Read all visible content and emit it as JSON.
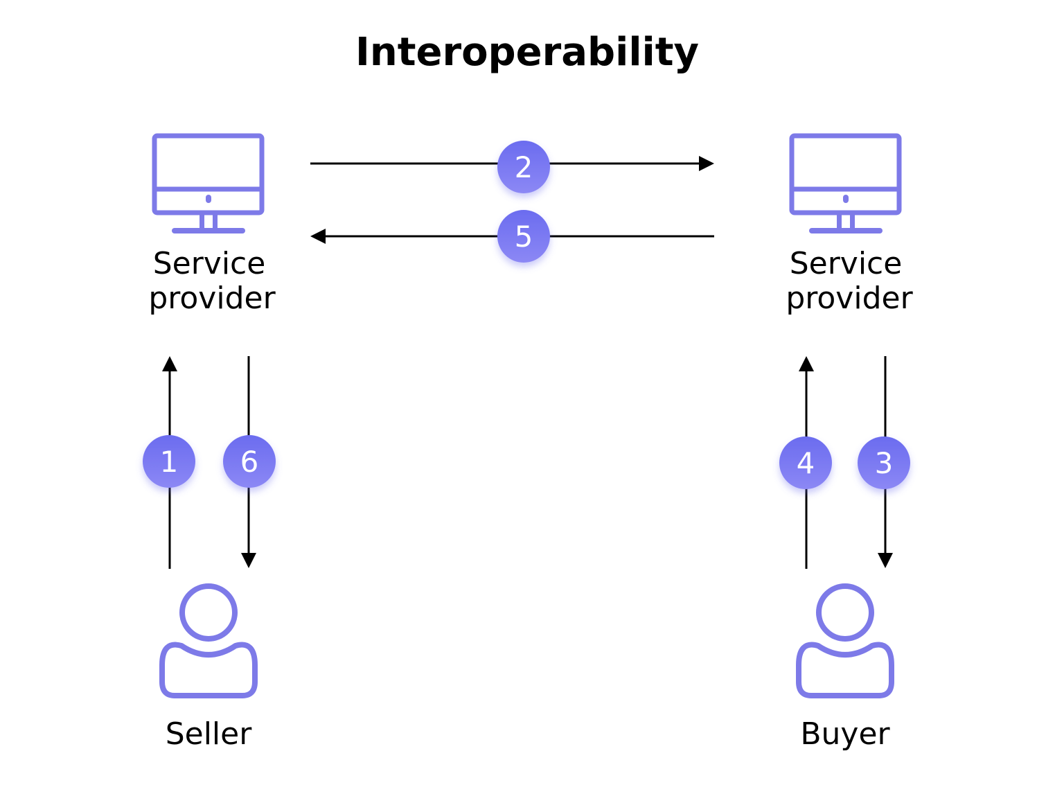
{
  "title": "Interoperability",
  "colors": {
    "icon_stroke": "#7d7ae8",
    "badge_fill_top": "#6b6cef",
    "badge_fill_bottom": "#8c88f5",
    "badge_text": "#ffffff",
    "arrow": "#000000",
    "text": "#000000",
    "background": "#ffffff"
  },
  "nodes": {
    "provider_left": {
      "icon": "monitor-icon",
      "label_line1": "Service",
      "label_line2": "provider"
    },
    "provider_right": {
      "icon": "monitor-icon",
      "label_line1": "Service",
      "label_line2": "provider"
    },
    "seller": {
      "icon": "user-icon",
      "label": "Seller"
    },
    "buyer": {
      "icon": "user-icon",
      "label": "Buyer"
    }
  },
  "steps": [
    {
      "number": "1",
      "from": "Seller",
      "to": "Service provider (left)"
    },
    {
      "number": "2",
      "from": "Service provider (left)",
      "to": "Service provider (right)"
    },
    {
      "number": "3",
      "from": "Service provider (right)",
      "to": "Buyer"
    },
    {
      "number": "4",
      "from": "Buyer",
      "to": "Service provider (right)"
    },
    {
      "number": "5",
      "from": "Service provider (right)",
      "to": "Service provider (left)"
    },
    {
      "number": "6",
      "from": "Service provider (left)",
      "to": "Seller"
    }
  ]
}
